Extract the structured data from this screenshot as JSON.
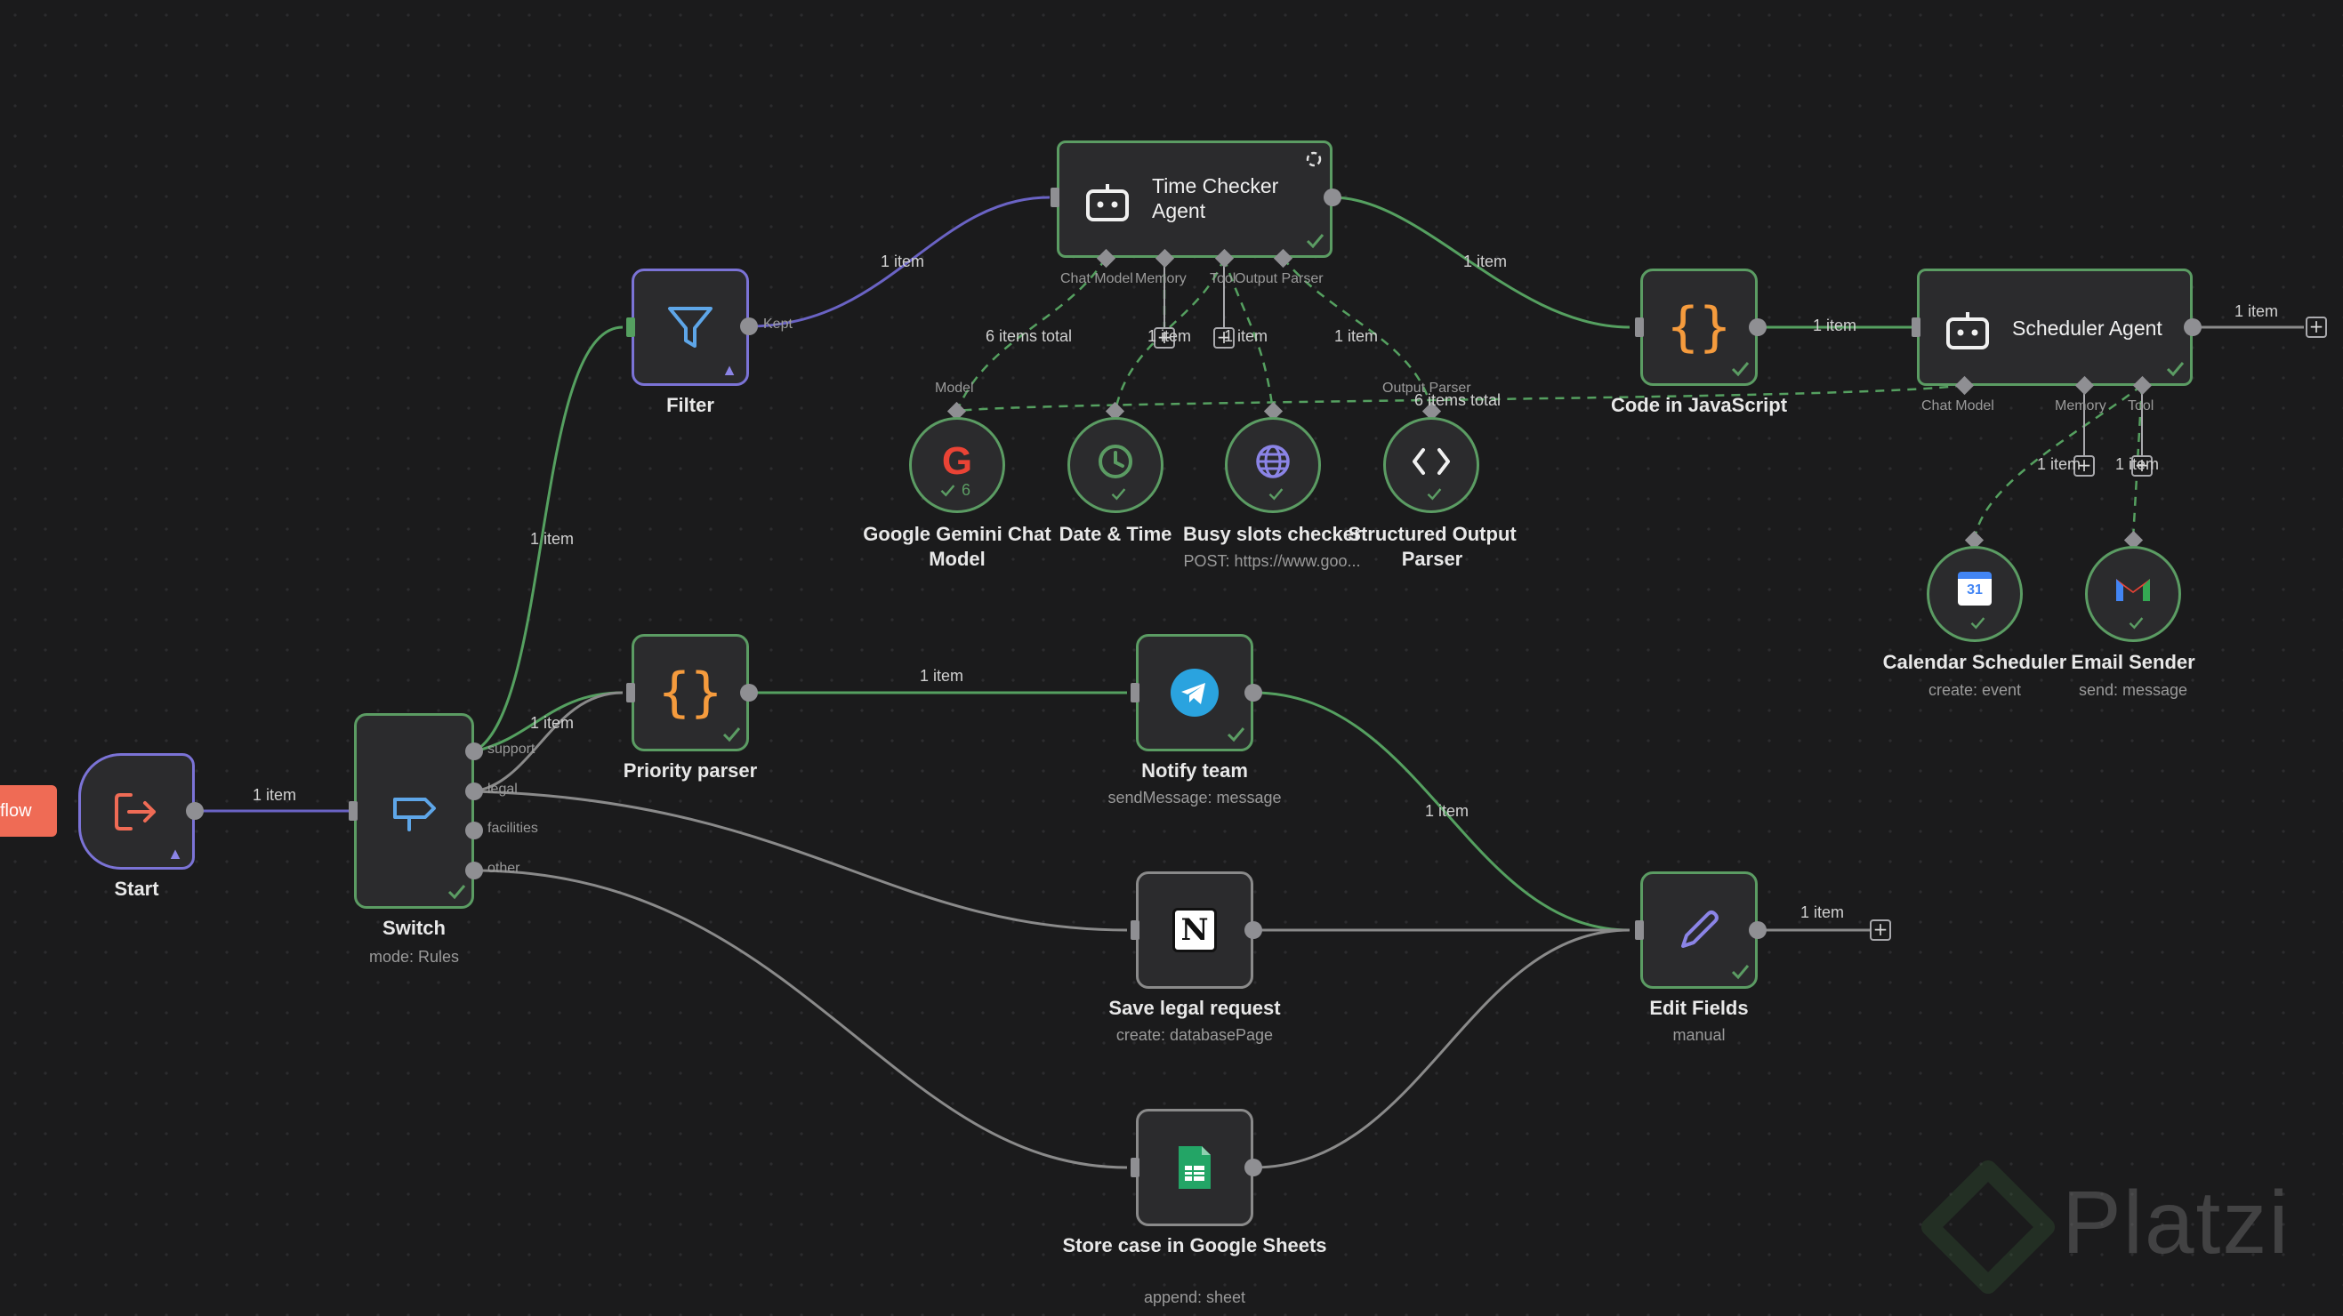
{
  "toolbar": {
    "execute_label": "flow"
  },
  "nodes": {
    "start": {
      "label": "Start"
    },
    "switch": {
      "label": "Switch",
      "subtitle": "mode: Rules",
      "outputs": [
        "support",
        "legal",
        "facilities",
        "other"
      ]
    },
    "filter": {
      "label": "Filter",
      "output": "Kept"
    },
    "priority_parser": {
      "label": "Priority parser"
    },
    "time_checker": {
      "title": "Time Checker Agent",
      "ports": [
        "Chat Model",
        "Memory",
        "Tool",
        "Output Parser"
      ]
    },
    "gemini": {
      "label": "Google Gemini Chat Model",
      "port": "Model",
      "badge": "6"
    },
    "date_time": {
      "label": "Date & Time"
    },
    "busy_slots": {
      "label": "Busy slots checker",
      "subtitle": "POST: https://www.goo..."
    },
    "structured_parser": {
      "label": "Structured Output Parser",
      "port": "Output Parser"
    },
    "code_js": {
      "label": "Code in JavaScript"
    },
    "scheduler": {
      "title": "Scheduler Agent",
      "ports": [
        "Chat Model",
        "Memory",
        "Tool"
      ]
    },
    "calendar": {
      "label": "Calendar Scheduler",
      "subtitle": "create: event",
      "icon_text": "31"
    },
    "email": {
      "label": "Email Sender",
      "subtitle": "send: message"
    },
    "notify": {
      "label": "Notify team",
      "subtitle": "sendMessage: message"
    },
    "legal": {
      "label": "Save legal request",
      "subtitle": "create: databasePage"
    },
    "sheets": {
      "label": "Store case in Google Sheets",
      "subtitle": "append: sheet"
    },
    "edit_fields": {
      "label": "Edit Fields",
      "subtitle": "manual"
    }
  },
  "edge_counts": {
    "start_switch": "1 item",
    "switch_filter": "1 item",
    "switch_priority": "1 item",
    "filter_agent": "1 item",
    "priority_notify": "1 item",
    "agent_code": "1 item",
    "code_scheduler": "1 item",
    "scheduler_out": "1 item",
    "notify_edit": "1 item",
    "edit_out": "1 item",
    "model_total": "6 items total",
    "memory_count": "1 item",
    "tool_count": "1 item",
    "parser_count": "1 item",
    "scheduler_model_total": "6 items total",
    "scheduler_memory": "1 item",
    "scheduler_tool": "1 item"
  },
  "watermark": "Platzi",
  "colors": {
    "success": "#5b9c63",
    "trigger": "#7b73d6",
    "execute": "#ef6b55",
    "code": "#f59b3d"
  }
}
